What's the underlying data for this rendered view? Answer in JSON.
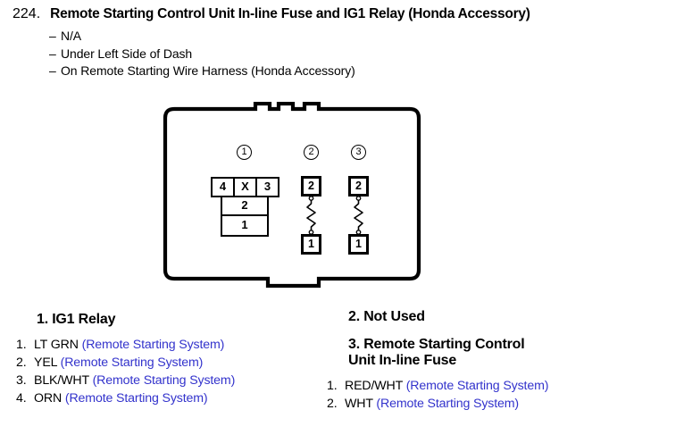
{
  "header": {
    "number": "224.",
    "title": "Remote Starting Control Unit In-line Fuse and IG1 Relay (Honda Accessory)",
    "bullets": [
      "N/A",
      "Under Left Side of Dash",
      "On Remote Starting Wire Harness (Honda Accessory)"
    ],
    "dash": "–"
  },
  "diagram": {
    "callouts": [
      {
        "label": "1"
      },
      {
        "label": "2"
      },
      {
        "label": "3"
      }
    ],
    "connector1": {
      "top_row": [
        "4",
        "X",
        "3"
      ],
      "middle_cell": "2",
      "bottom_cell": "1"
    },
    "connector2": {
      "top_terminal": "2",
      "bottom_terminal": "1",
      "element": "fuse-link"
    },
    "connector3": {
      "top_terminal": "2",
      "bottom_terminal": "1",
      "element": "fuse-link"
    }
  },
  "legend": {
    "left": {
      "heading": "1. IG1 Relay",
      "items": [
        {
          "index": "1.",
          "wire": "LT GRN",
          "system": "(Remote Starting System)"
        },
        {
          "index": "2.",
          "wire": "YEL",
          "system": "(Remote Starting System)"
        },
        {
          "index": "3.",
          "wire": "BLK/WHT",
          "system": "(Remote Starting System)"
        },
        {
          "index": "4.",
          "wire": "ORN",
          "system": "(Remote Starting System)"
        }
      ]
    },
    "right": {
      "heading_2": "2. Not Used",
      "heading_3_line1": "3. Remote Starting Control",
      "heading_3_line2": "Unit In-line Fuse",
      "items": [
        {
          "index": "1.",
          "wire": "RED/WHT",
          "system": "(Remote Starting System)"
        },
        {
          "index": "2.",
          "wire": "WHT",
          "system": "(Remote Starting System)"
        }
      ]
    }
  },
  "colors": {
    "text": "#000000",
    "system_note": "#3333cc",
    "background": "#ffffff"
  }
}
